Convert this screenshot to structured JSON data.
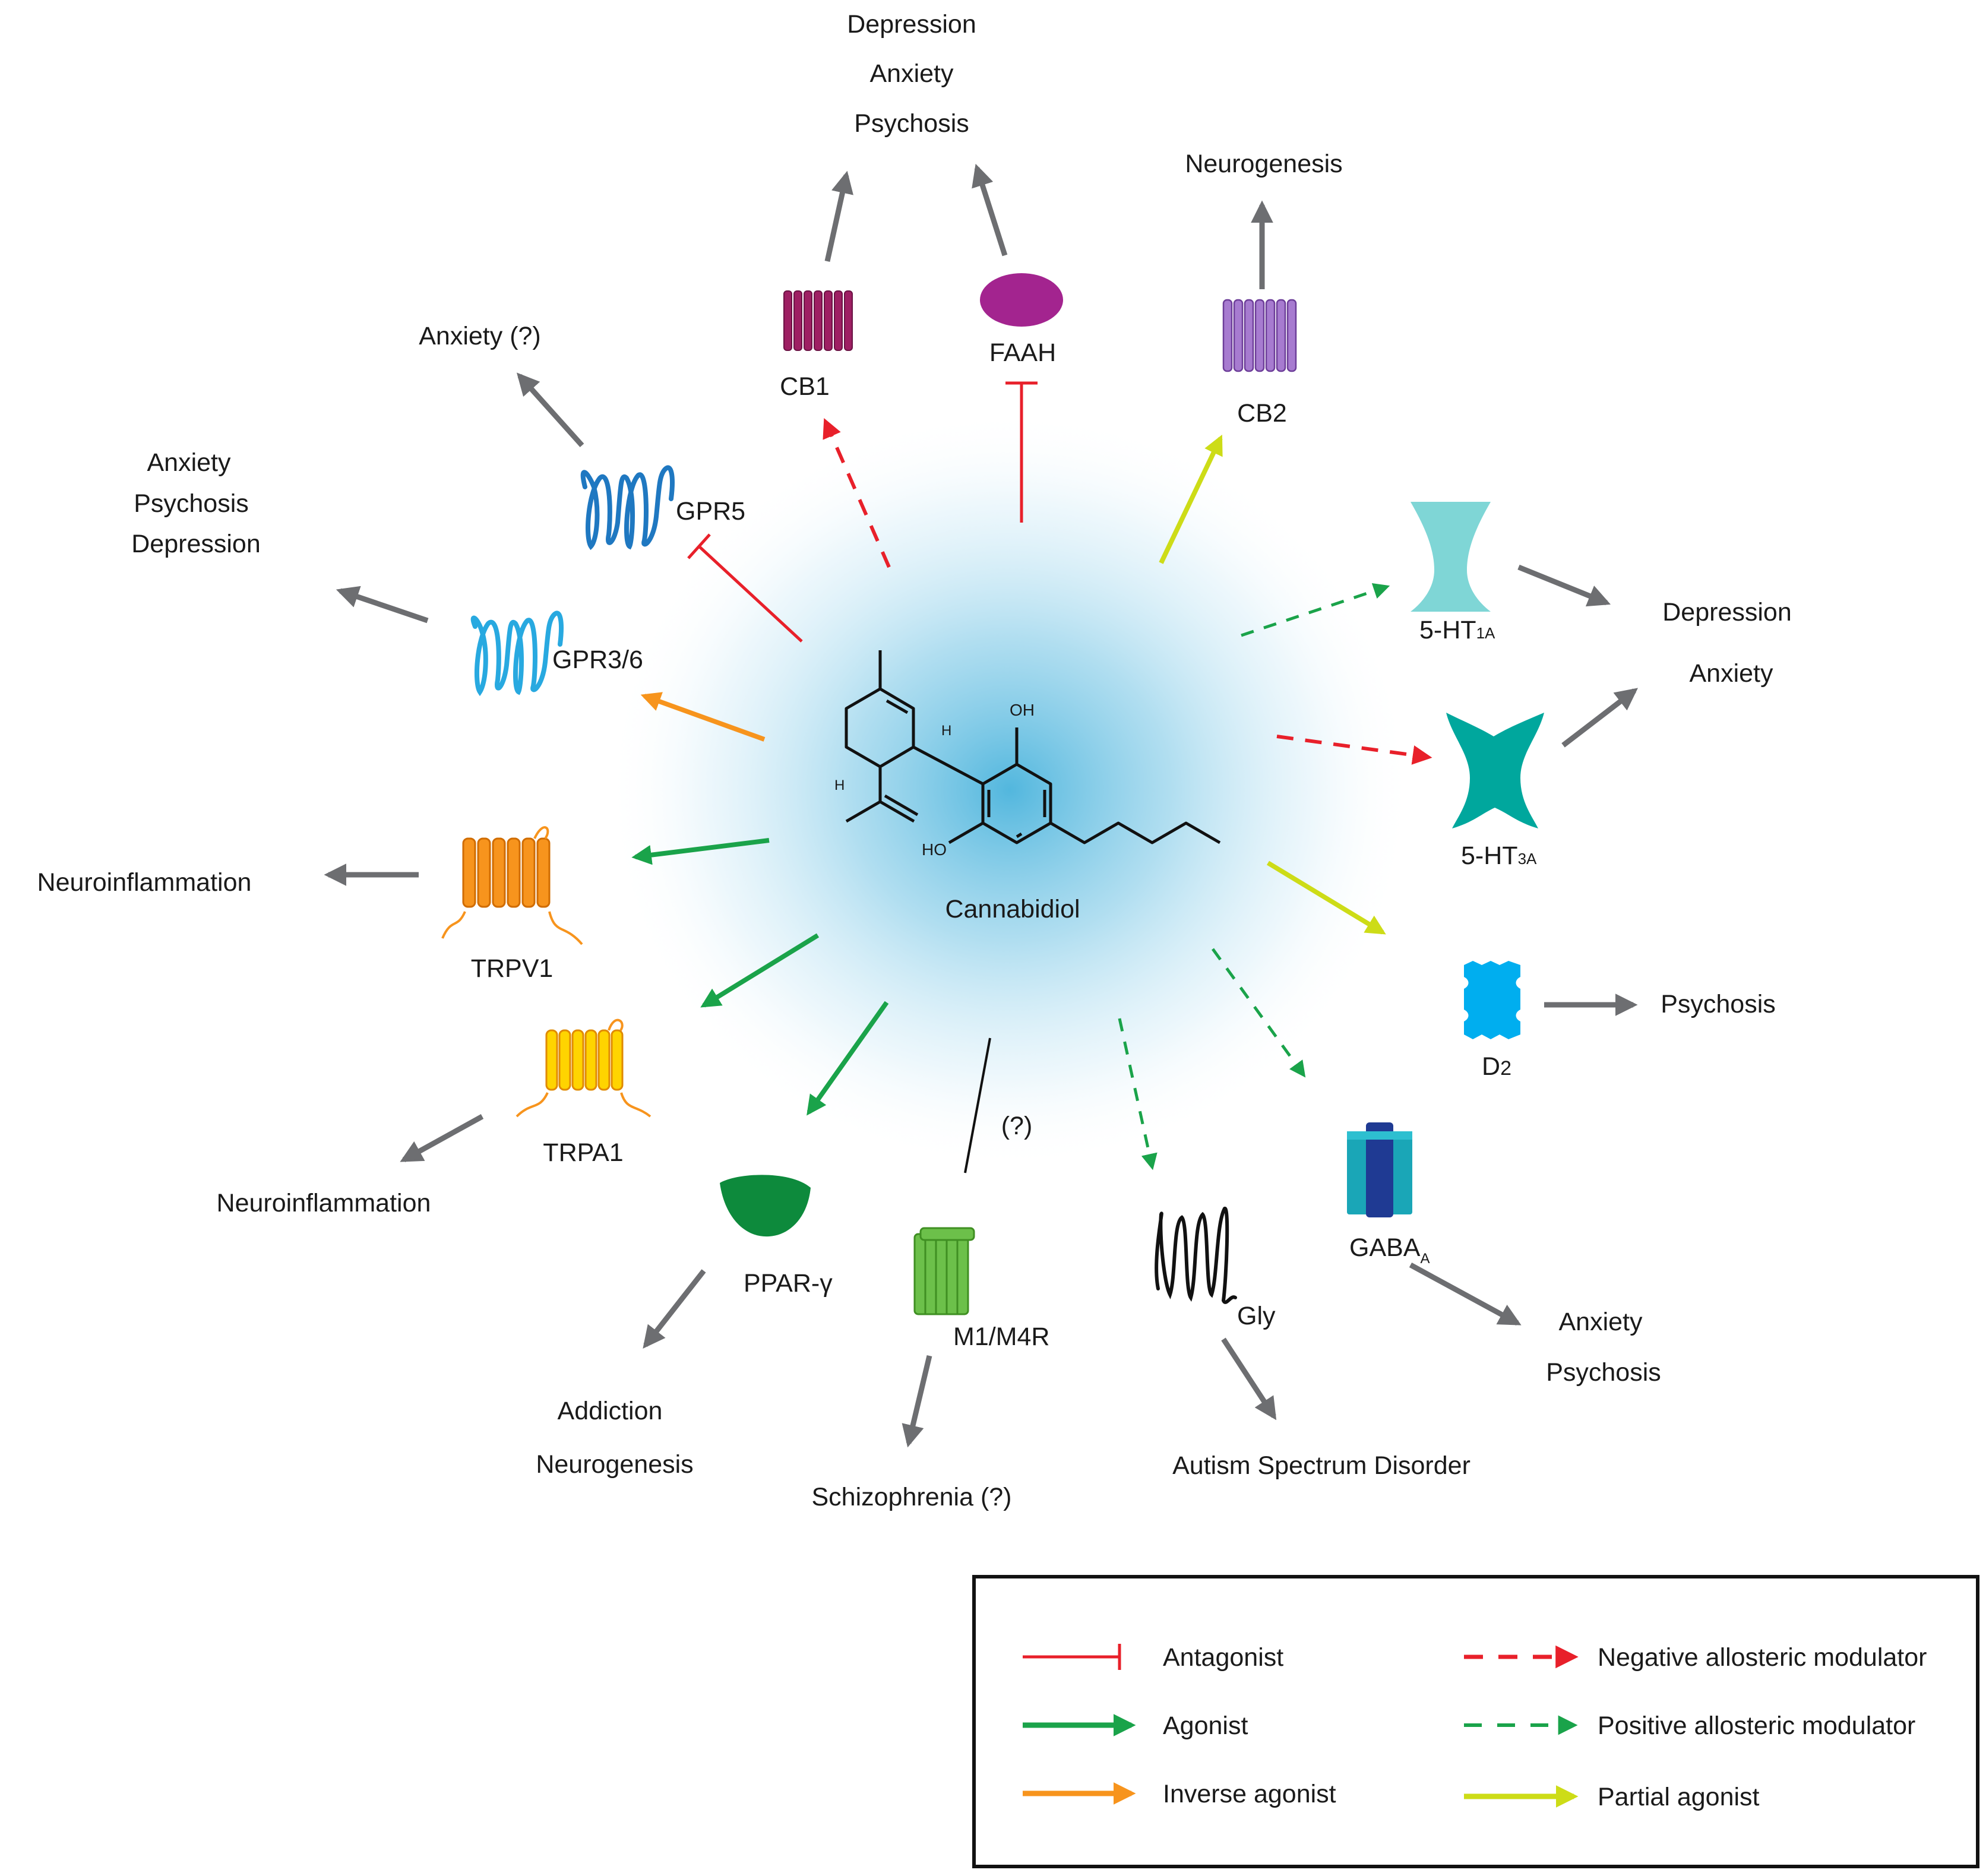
{
  "center": {
    "label": "Cannabidiol",
    "oh_top": "OH",
    "ho_bottom": "HO",
    "h1": "H",
    "h2": "H"
  },
  "receptors": {
    "cb1": "CB1",
    "faah": "FAAH",
    "cb2": "CB2",
    "gpr5": "GPR5",
    "gpr36": "GPR3/6",
    "trpv1": "TRPV1",
    "trpa1": "TRPA1",
    "ppar": "PPAR-γ",
    "m1m4": "M1/M4R",
    "m1m4_uncertain": "(?)",
    "gly": "Gly",
    "gaba": {
      "main": "GABA",
      "sub": "A"
    },
    "ht1a": {
      "main": "5-HT",
      "sub": "1A"
    },
    "ht3a": {
      "main": "5-HT",
      "sub": "3A"
    },
    "d2": {
      "main": "D",
      "sub": "2"
    }
  },
  "outcomes": {
    "top": [
      "Depression",
      "Anxiety",
      "Psychosis"
    ],
    "cb2": "Neurogenesis",
    "gpr5": "Anxiety (?)",
    "gpr36": [
      "Anxiety",
      "Psychosis",
      "Depression"
    ],
    "trpv1": "Neuroinflammation",
    "trpa1": "Neuroinflammation",
    "ppar": [
      "Addiction",
      "Neurogenesis"
    ],
    "m1m4": "Schizophrenia (?)",
    "gly": "Autism Spectrum Disorder",
    "gaba": [
      "Anxiety",
      "Psychosis"
    ],
    "ht": [
      "Depression",
      "Anxiety"
    ],
    "d2": "Psychosis"
  },
  "legend": {
    "antagonist": "Antagonist",
    "agonist": "Agonist",
    "inverse_agonist": "Inverse agonist",
    "nam": "Negative allosteric modulator",
    "pam": "Positive allosteric modulator",
    "partial_agonist": "Partial agonist"
  },
  "colors": {
    "antagonist": "#e8202a",
    "agonist": "#1aa34a",
    "inverse_agonist": "#f7941d",
    "nam": "#e8202a",
    "pam": "#1aa34a",
    "partial_agonist": "#cddc17",
    "effect_arrow": "#6d6e71",
    "cb1": "#9e1f63",
    "faah": "#a3248f",
    "cb2": "#8e5bb5",
    "gpr5": "#1f78c1",
    "gpr36": "#28a9e0",
    "trpv1": "#f7941d",
    "trpa1": "#ffd400",
    "ppar": "#0d8a3c",
    "m1m4": "#6cc04a",
    "ht1a": "#7fd6d6",
    "ht3a": "#00a79d",
    "d2": "#00aeef",
    "gaba_outer": "#1aa6b7",
    "gaba_inner": "#1f3a93",
    "glow": "#7cc6e4"
  }
}
